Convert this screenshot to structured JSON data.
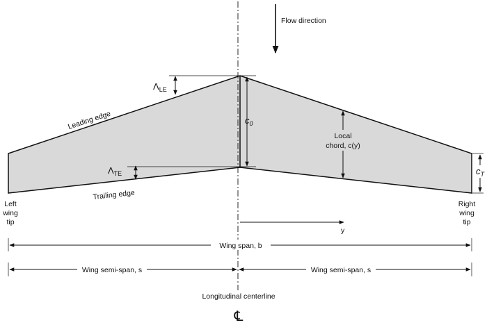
{
  "colors": {
    "wing_fill": "#d9d9d9",
    "wing_stroke": "#111111",
    "line": "#111111",
    "background": "#ffffff"
  },
  "labels": {
    "flow_direction": "Flow direction",
    "leading_edge": "Leading edge",
    "trailing_edge": "Trailing edge",
    "lambda_le_symbol": "Λ",
    "lambda_le_sub": "LE",
    "lambda_te_symbol": "Λ",
    "lambda_te_sub": "TE",
    "root_chord_symbol": "c",
    "root_chord_sub": "0",
    "local_chord_line1": "Local",
    "local_chord_line2": "chord, c(y)",
    "tip_chord_symbol": "c",
    "tip_chord_sub": "T",
    "left_tip_line1": "Left",
    "left_tip_line2": "wing",
    "left_tip_line3": "tip",
    "right_tip_line1": "Right",
    "right_tip_line2": "wing",
    "right_tip_line3": "tip",
    "y_axis": "y",
    "wing_span": "Wing span, b",
    "semi_span_left": "Wing semi-span, s",
    "semi_span_right": "Wing semi-span, s",
    "centerline": "Longitudinal centerline",
    "centerline_symbol": "℄"
  }
}
